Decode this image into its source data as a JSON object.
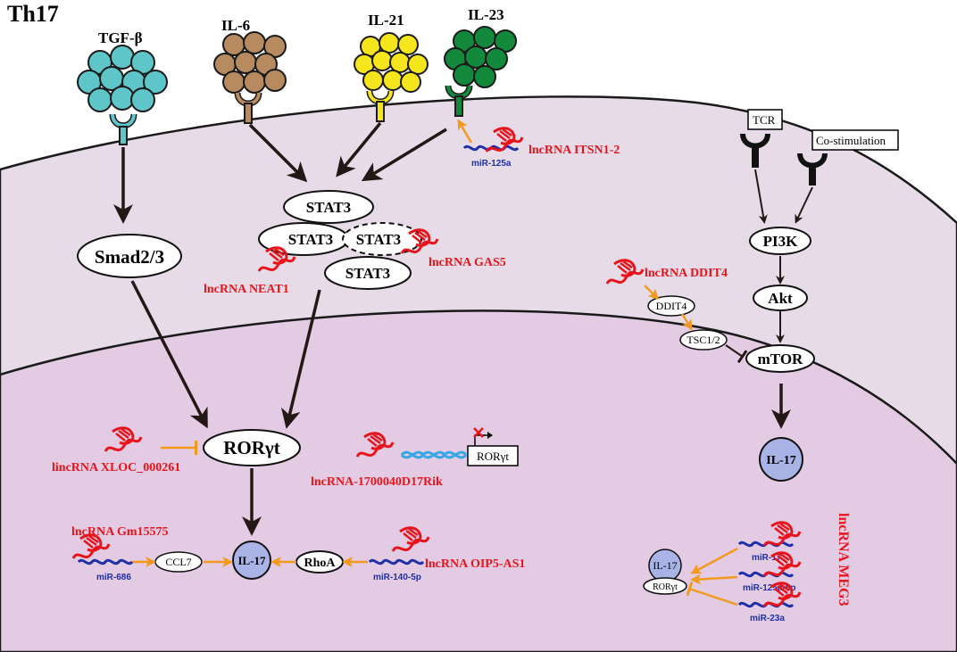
{
  "title": "Th17",
  "cytokines": {
    "tgfb": "TGF-β",
    "il6": "IL-6",
    "il21": "IL-21",
    "il23": "IL-23"
  },
  "receptors": {
    "tcr": "TCR",
    "costim": "Co-stimulation"
  },
  "nodes": {
    "smad": "Smad2/3",
    "stat3_top": "STAT3",
    "stat3_left": "STAT3",
    "stat3_dashed": "STAT3",
    "stat3_bottom": "STAT3",
    "rorgt": "RORγt",
    "pi3k": "PI3K",
    "akt": "Akt",
    "mtor": "mTOR",
    "ddit4": "DDIT4",
    "tsc": "TSC1/2",
    "il17_right": "IL-17",
    "il17_center": "IL-17",
    "ccl7": "CCL7",
    "rhoa": "RhoA",
    "rorgt_gene": "RORγt",
    "il17_meg3": "IL-17",
    "rorgt_meg3": "RORγt"
  },
  "lncrnas": {
    "itsn": "lncRNA ITSN1-2",
    "neat1": "lncRNA NEAT1",
    "gas5": "lncRNA GAS5",
    "ddit4": "lncRNA DDIT4",
    "xloc": "lincRNA XLOC_000261",
    "rik": "lncRNA-1700040D17Rik",
    "gm15575": "lncRNA Gm15575",
    "oip5": "lncRNA OIP5-AS1",
    "meg3": "lncRNA MEG3"
  },
  "mirnas": {
    "mir125a": "miR-125a",
    "mir686": "miR-686",
    "mir140": "miR-140-5p",
    "mir17": "miR-17",
    "mir125a5p": "miR-125a-5p",
    "mir23a": "miR-23a"
  },
  "colors": {
    "membrane_fill": "#e6dbe7",
    "nucleus_fill": "#e2cbe3",
    "tgfb": "#5ec6c9",
    "il6": "#b78a5f",
    "il21": "#f4e51c",
    "il23": "#138a3b",
    "lncrna": "#e8141c",
    "mirna": "#1f2fa8",
    "orange_arrow": "#f39a1e",
    "il17_fill": "#a9b3e6"
  }
}
